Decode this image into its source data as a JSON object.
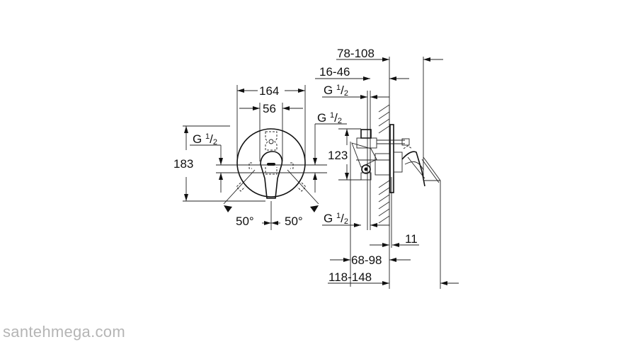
{
  "watermark": "santehmega.com",
  "front_view": {
    "dims": {
      "width_total": "164",
      "width_inner": "56",
      "height_total": "183",
      "angle_left": "50°",
      "angle_right": "50°",
      "thread_left": {
        "base": "G",
        "num": "1",
        "den": "2"
      },
      "thread_right": {
        "base": "G",
        "num": "1",
        "den": "2"
      }
    }
  },
  "side_view": {
    "dims": {
      "depth_range_top": "78-108",
      "wall_range": "16-46",
      "thread_top": {
        "base": "G",
        "num": "1",
        "den": "2"
      },
      "height_body": "123",
      "thread_bottom": {
        "base": "G",
        "num": "1",
        "den": "2"
      },
      "plate_thickness": "11",
      "depth_range_mid": "68-98",
      "depth_range_bottom": "118-148"
    }
  },
  "colors": {
    "line": "#222222",
    "text": "#111111",
    "watermark": "#b5b5b5",
    "background": "#ffffff"
  }
}
